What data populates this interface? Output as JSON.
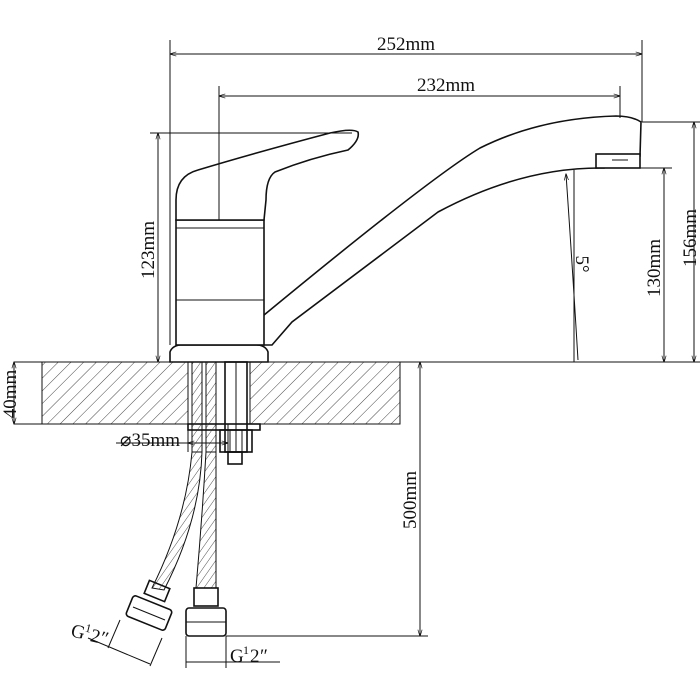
{
  "dimensions": {
    "total_width": "252mm",
    "spout_reach": "232mm",
    "body_height": "123mm",
    "spout_height": "130mm",
    "total_height": "156mm",
    "spout_angle": "5°",
    "deck_thickness": "40mm",
    "hole_diameter": "⌀35mm",
    "hose_length": "500mm",
    "thread_prefix": "G",
    "thread_num": "1",
    "thread_den": "2",
    "thread_quote": "″"
  },
  "colors": {
    "line": "#111111",
    "paper": "#ffffff"
  }
}
